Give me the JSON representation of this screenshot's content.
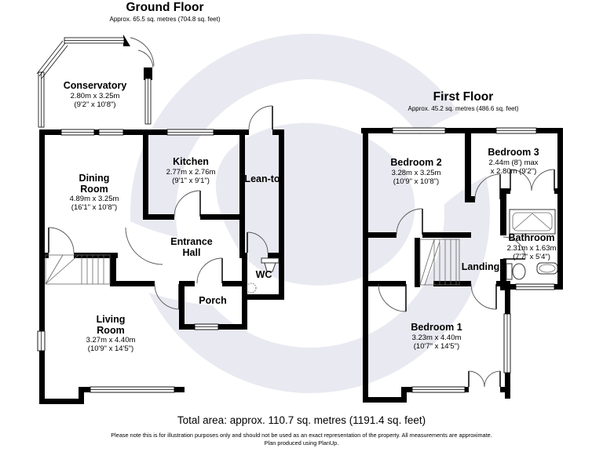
{
  "ground_floor": {
    "title": "Ground Floor",
    "subtitle": "Approx. 65.5 sq. metres (704.8 sq. feet)",
    "rooms": {
      "conservatory": {
        "name": "Conservatory",
        "size_m": "2.80m x 3.25m",
        "size_ft": "(9'2\" x 10'8\")"
      },
      "dining": {
        "name": "Dining Room",
        "size_m": "4.89m x 3.25m",
        "size_ft": "(16'1\" x 10'8\")"
      },
      "kitchen": {
        "name": "Kitchen",
        "size_m": "2.77m x 2.76m",
        "size_ft": "(9'1\" x 9'1\")"
      },
      "leanto": {
        "name": "Lean-to"
      },
      "hall": {
        "name": "Entrance Hall"
      },
      "wc": {
        "name": "WC"
      },
      "porch": {
        "name": "Porch"
      },
      "living": {
        "name": "Living Room",
        "size_m": "3.27m x 4.40m",
        "size_ft": "(10'9\" x 14'5\")"
      }
    }
  },
  "first_floor": {
    "title": "First Floor",
    "subtitle": "Approx. 45.2 sq. metres (486.6 sq. feet)",
    "rooms": {
      "bedroom2": {
        "name": "Bedroom 2",
        "size_m": "3.28m x 3.25m",
        "size_ft": "(10'9\" x 10'8\")"
      },
      "bedroom3": {
        "name": "Bedroom 3",
        "size_m": "2.44m (8') max",
        "size_ft": "x 2.80m (9'2\")"
      },
      "bathroom": {
        "name": "Bathroom",
        "size_m": "2.31m x 1.63m",
        "size_ft": "(7'7\" x 5'4\")"
      },
      "landing": {
        "name": "Landing"
      },
      "bedroom1": {
        "name": "Bedroom 1",
        "size_m": "3.23m x 4.40m",
        "size_ft": "(10'7\" x 14'5\")"
      }
    }
  },
  "footer": {
    "total": "Total area: approx. 110.7 sq. metres (1191.4 sq. feet)",
    "disclaimer": "Please note this is for illustration purposes only and should not be used as an exact representation of the property. All measurements are approximate.",
    "credit": "Plan produced using PlanUp."
  },
  "colors": {
    "wall": "#000000",
    "watermark": "#e9e9f1"
  }
}
